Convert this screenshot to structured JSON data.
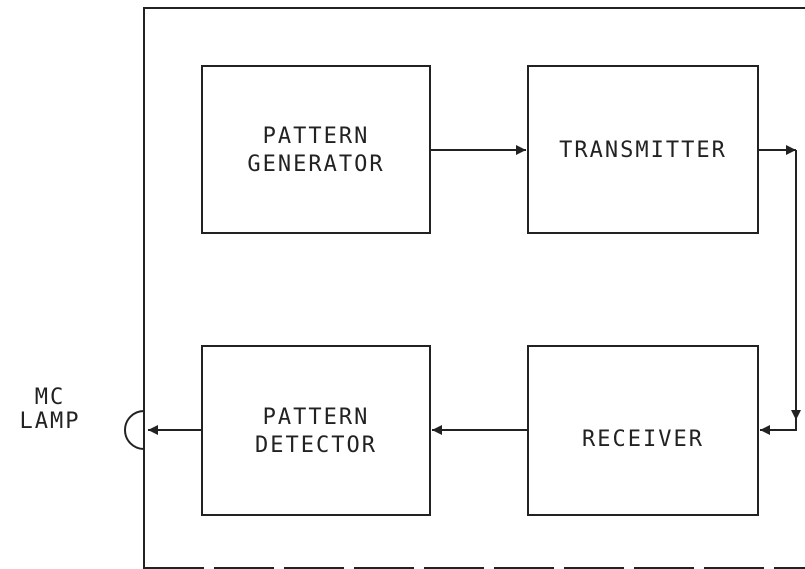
{
  "blocks": {
    "pattern_generator": [
      "PATTERN",
      "GENERATOR"
    ],
    "transmitter": [
      "TRANSMITTER"
    ],
    "receiver": [
      "RECEIVER"
    ],
    "pattern_detector": [
      "PATTERN",
      "DETECTOR"
    ]
  },
  "lamp": [
    "MC",
    "LAMP"
  ]
}
